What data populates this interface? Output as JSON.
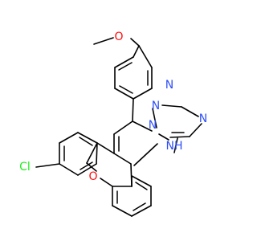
{
  "molecule": {
    "labels": {
      "oxygen_methoxy": "O",
      "oxygen_ring": "O",
      "chlorine": "Cl",
      "nitrogen_1": "N",
      "nitrogen_2": "N",
      "nitrogen_3": "N",
      "nitrogen_4": "N",
      "nh": "NH"
    },
    "colors": {
      "bond": "#000000",
      "oxygen": "#ff0d0d",
      "nitrogen": "#3050f8",
      "chlorine": "#1ff01f",
      "background": "#ffffff"
    }
  }
}
